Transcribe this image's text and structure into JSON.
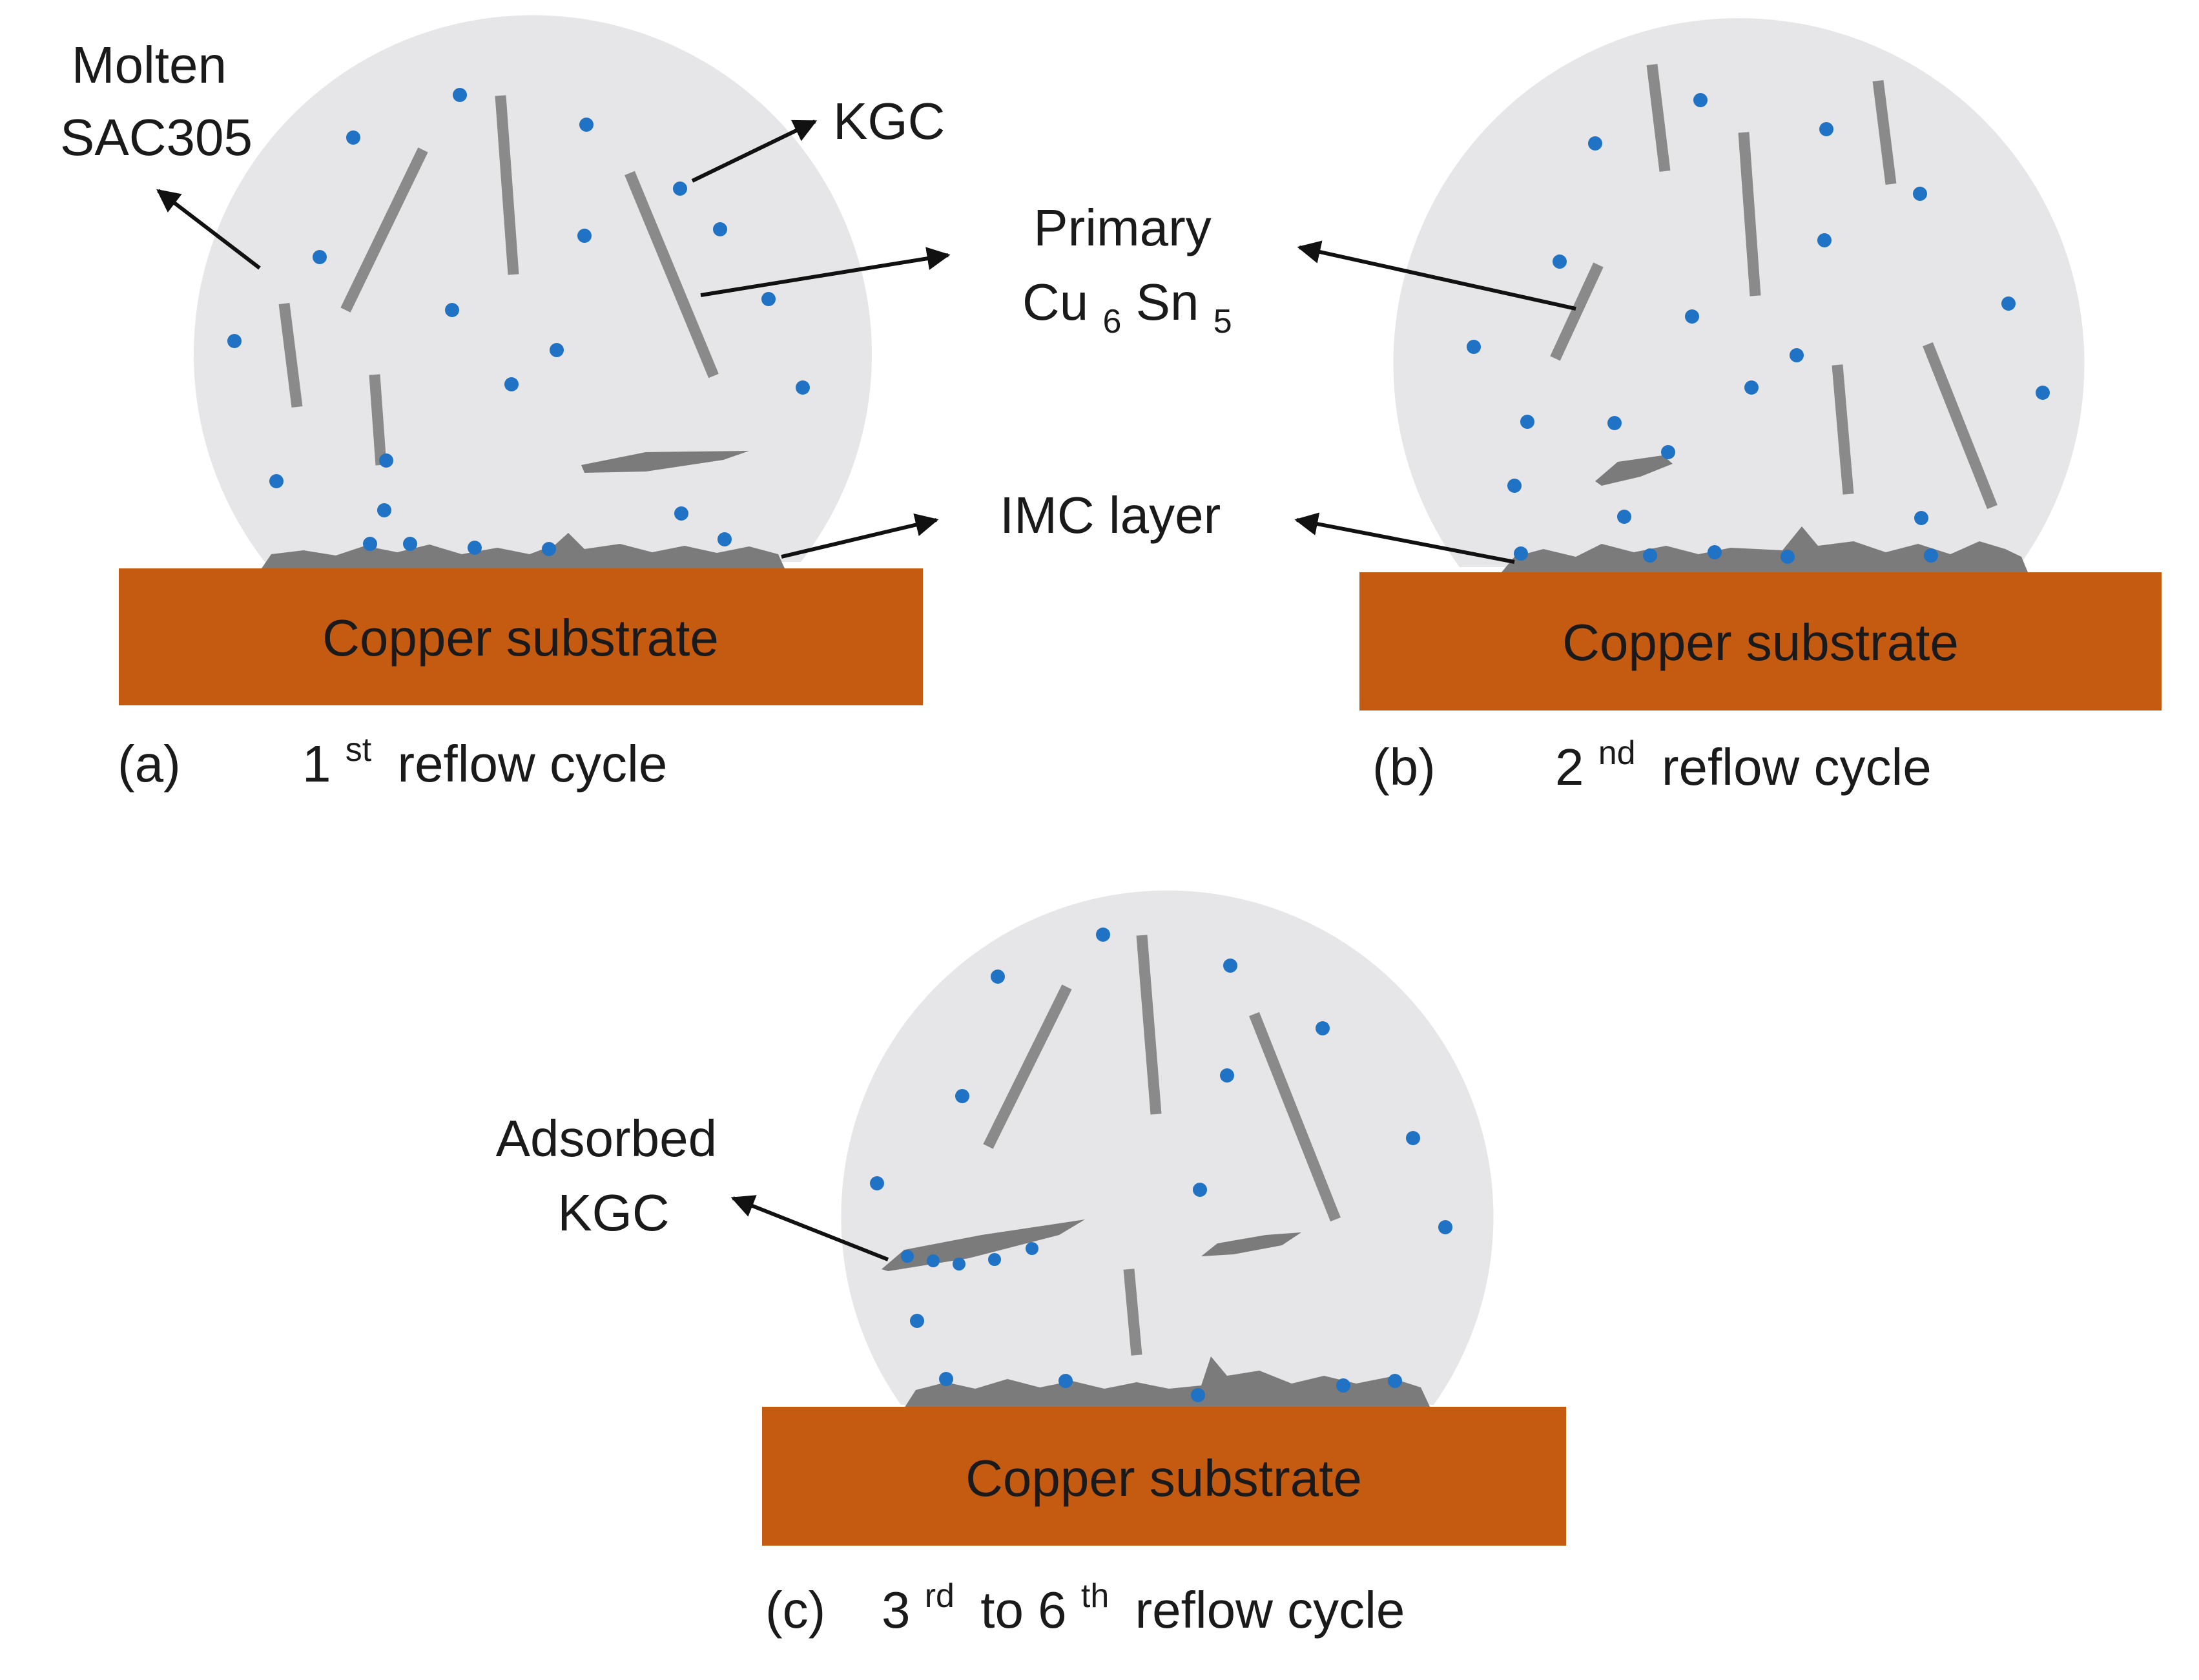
{
  "colors": {
    "droplet": "#e6e6e8",
    "substrate": "#c55a11",
    "imc": "#7b7b7b",
    "needle": "#8a8a8a",
    "kgc_dot": "#1f72c4",
    "arrow": "#111111",
    "text": "#1a1a1a"
  },
  "panels": [
    {
      "id": "a",
      "substrate_label": "Copper substrate",
      "panel_letter": "(a)",
      "cycle_num": "1",
      "cycle_sup": "st",
      "cycle_text": "reflow cycle"
    },
    {
      "id": "b",
      "substrate_label": "Copper substrate",
      "panel_letter": "(b)",
      "cycle_num": "2",
      "cycle_sup": "nd",
      "cycle_text": "reflow cycle"
    },
    {
      "id": "c",
      "substrate_label": "Copper substrate",
      "panel_letter": "(c)",
      "cycle_num": "3",
      "cycle_sup": "rd",
      "cycle_mid": "to 6",
      "cycle_sup2": "th",
      "cycle_text": "reflow cycle"
    }
  ],
  "callouts": {
    "molten_line1": "Molten",
    "molten_line2": "SAC305",
    "kgc": "KGC",
    "primary_line1": "Primary",
    "cu_base": "Cu",
    "cu_sub": "6",
    "sn_base": "Sn",
    "sn_sub": "5",
    "imc_layer": "IMC layer",
    "adsorbed_line1": "Adsorbed",
    "adsorbed_line2": "KGC"
  }
}
